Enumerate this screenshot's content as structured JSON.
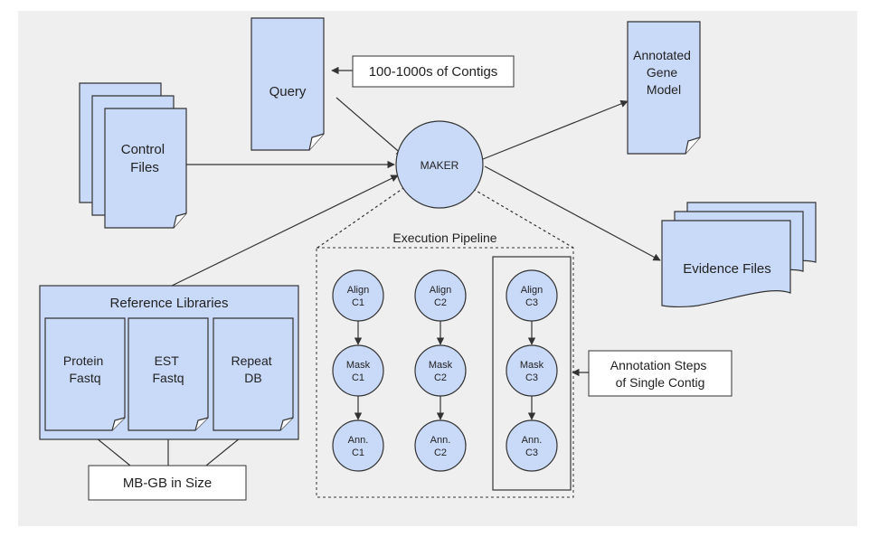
{
  "colors": {
    "panel_bg": "#efefef",
    "node_fill": "#c9daf8",
    "stroke": "#333333",
    "label_box_fill": "#ffffff"
  },
  "nodes": {
    "query": "Query",
    "control_files": [
      "Control",
      "Files"
    ],
    "maker": "MAKER",
    "annotated_gene_model": [
      "Annotated",
      "Gene",
      "Model"
    ],
    "evidence_files": "Evidence Files",
    "reference_libraries": "Reference Libraries",
    "protein_fastq": [
      "Protein",
      "Fastq"
    ],
    "est_fastq": [
      "EST",
      "Fastq"
    ],
    "repeat_db": [
      "Repeat",
      "DB"
    ]
  },
  "labels": {
    "contigs_count": "100-1000s of Contigs",
    "size": "MB-GB in Size",
    "annotation_steps": [
      "Annotation Steps",
      "of Single Contig"
    ]
  },
  "pipeline": {
    "title": "Execution Pipeline",
    "columns": [
      {
        "steps": [
          [
            "Align",
            "C1"
          ],
          [
            "Mask",
            "C1"
          ],
          [
            "Ann.",
            "C1"
          ]
        ]
      },
      {
        "steps": [
          [
            "Align",
            "C2"
          ],
          [
            "Mask",
            "C2"
          ],
          [
            "Ann.",
            "C2"
          ]
        ]
      },
      {
        "steps": [
          [
            "Align",
            "C3"
          ],
          [
            "Mask",
            "C3"
          ],
          [
            "Ann.",
            "C3"
          ]
        ]
      }
    ]
  }
}
